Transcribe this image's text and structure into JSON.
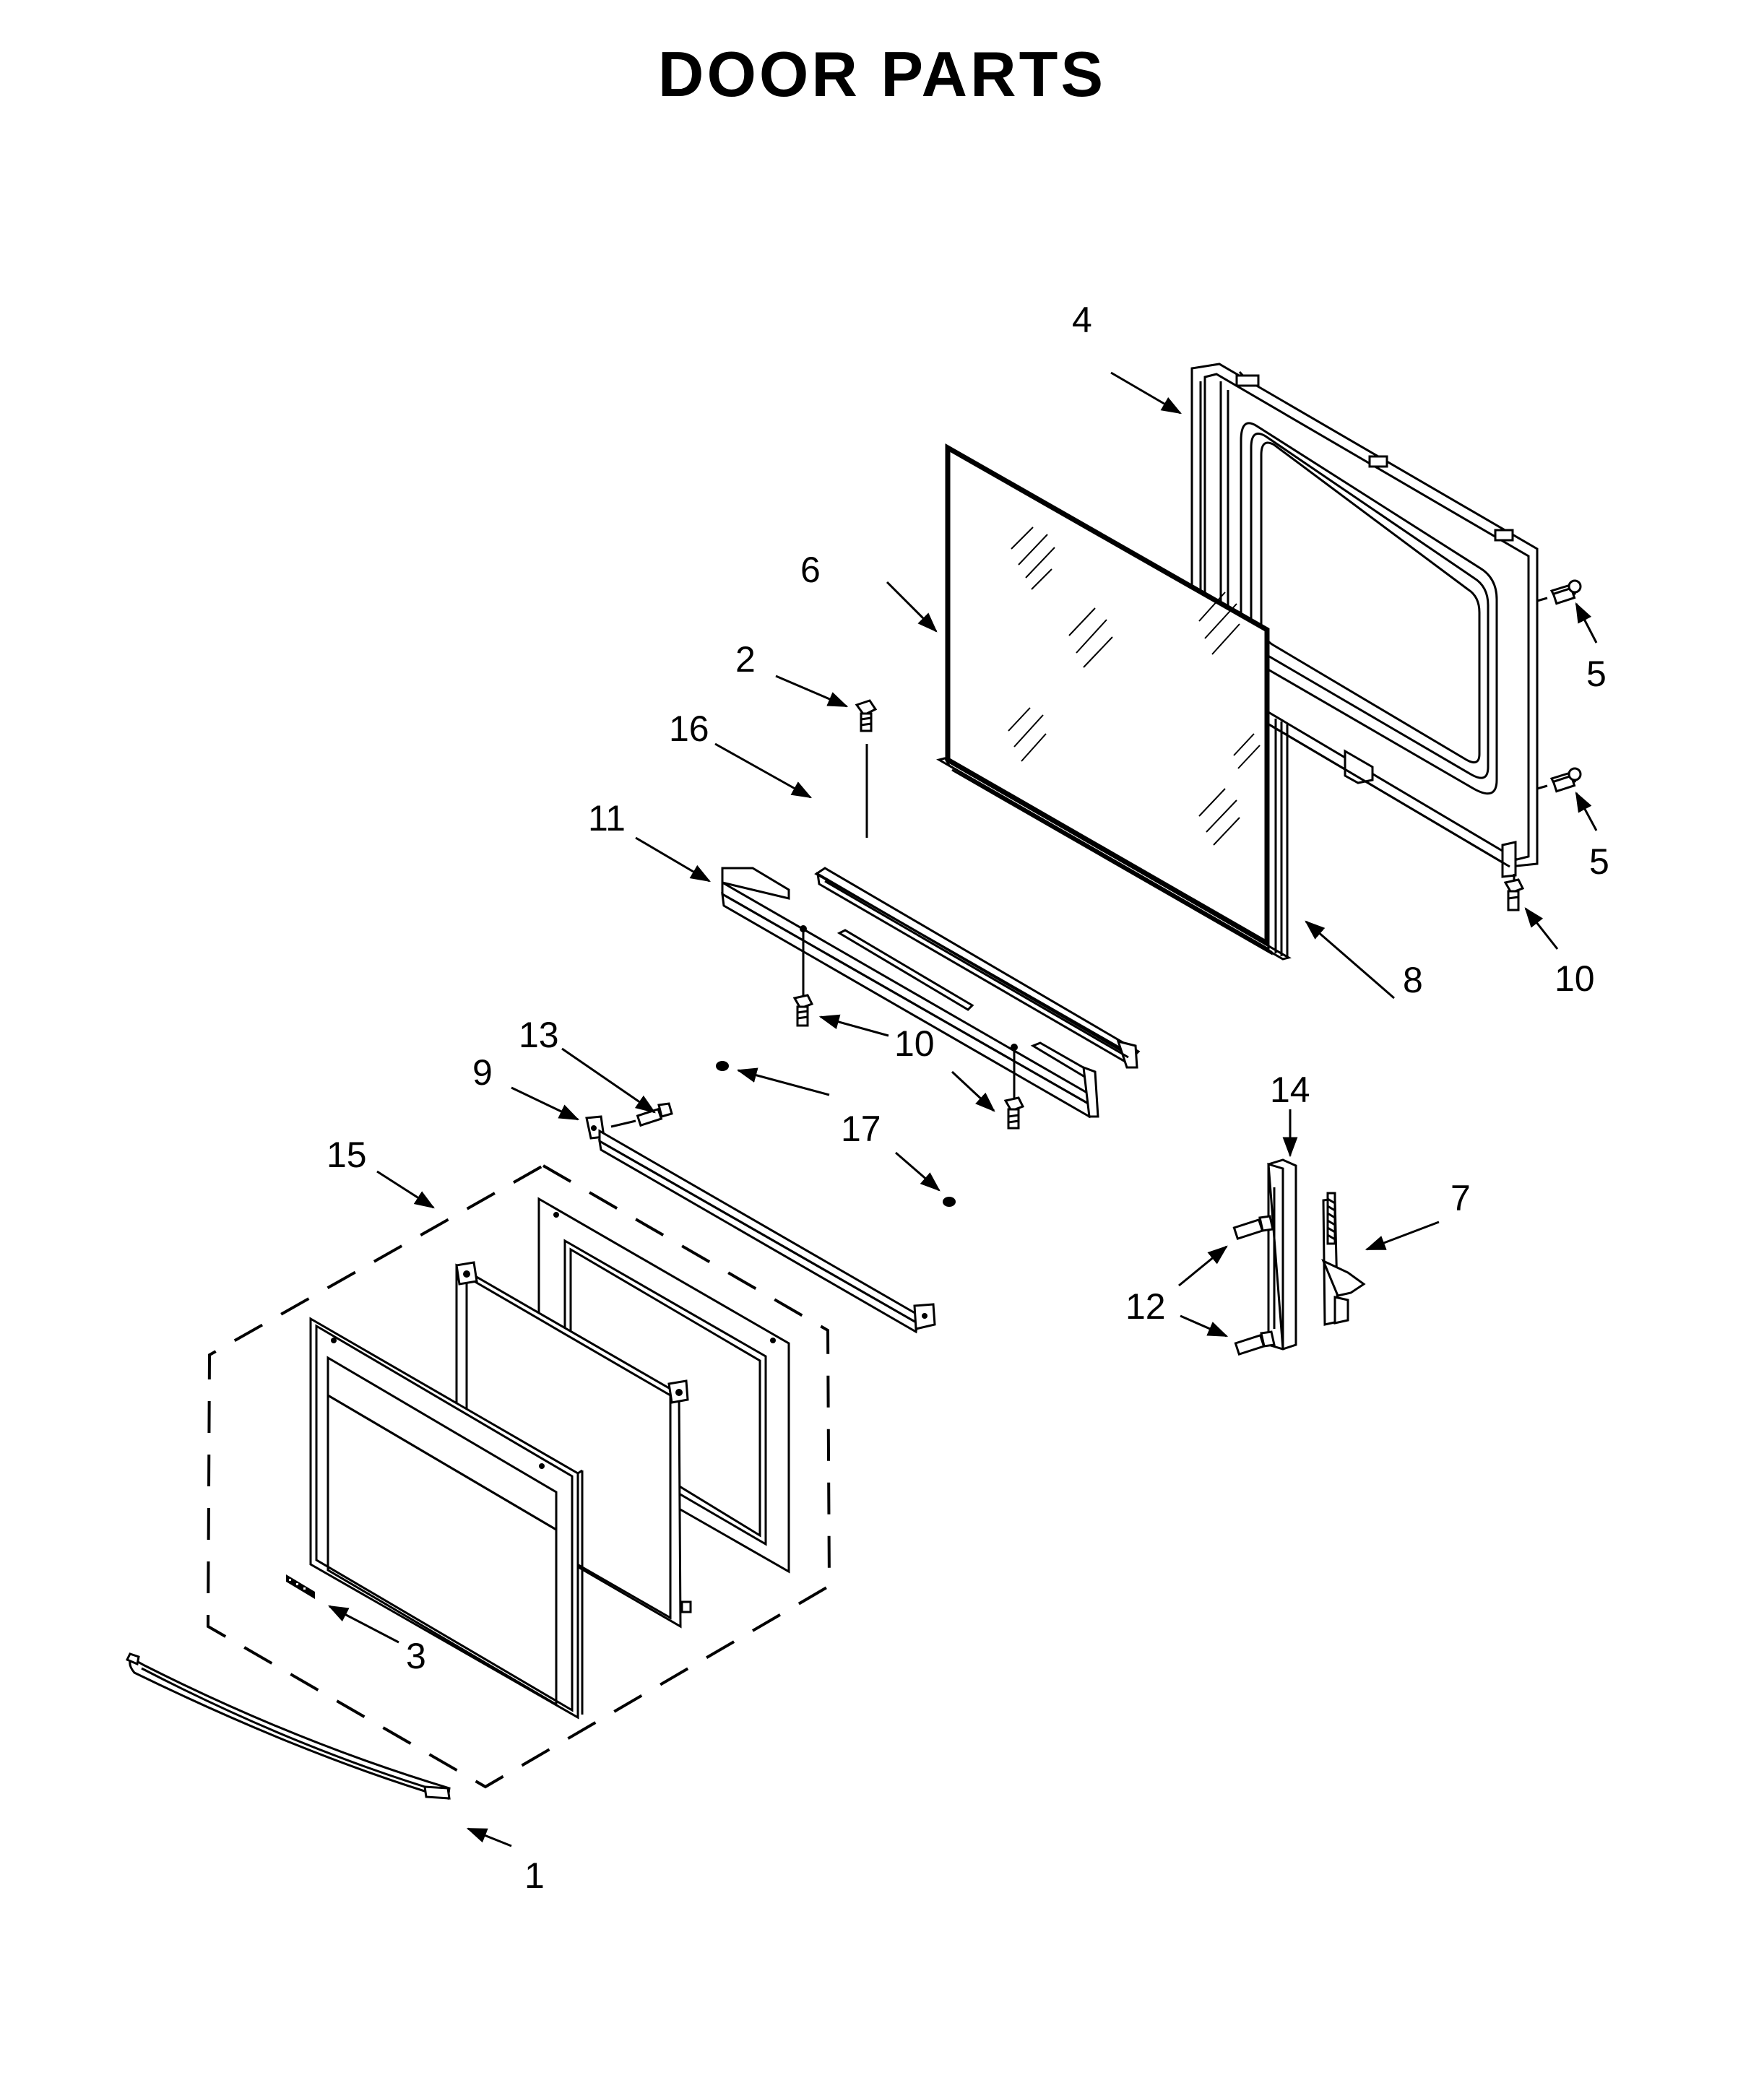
{
  "title": "DOOR PARTS",
  "callouts": [
    {
      "id": "1",
      "text": "1"
    },
    {
      "id": "2",
      "text": "2"
    },
    {
      "id": "3",
      "text": "3"
    },
    {
      "id": "4",
      "text": "4"
    },
    {
      "id": "5a",
      "text": "5"
    },
    {
      "id": "5b",
      "text": "5"
    },
    {
      "id": "6",
      "text": "6"
    },
    {
      "id": "7",
      "text": "7"
    },
    {
      "id": "8",
      "text": "8"
    },
    {
      "id": "9",
      "text": "9"
    },
    {
      "id": "10a",
      "text": "10"
    },
    {
      "id": "10b",
      "text": "10"
    },
    {
      "id": "10c",
      "text": "10"
    },
    {
      "id": "11",
      "text": "11"
    },
    {
      "id": "12",
      "text": "12"
    },
    {
      "id": "13",
      "text": "13"
    },
    {
      "id": "14",
      "text": "14"
    },
    {
      "id": "15",
      "text": "15"
    },
    {
      "id": "16",
      "text": "16"
    },
    {
      "id": "17",
      "text": "17"
    }
  ]
}
